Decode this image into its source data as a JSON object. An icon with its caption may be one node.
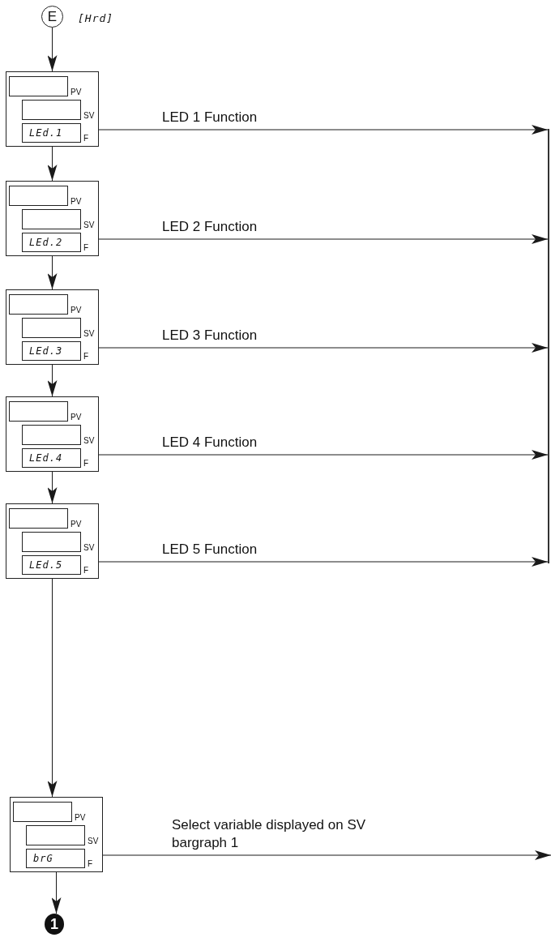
{
  "diagram": {
    "nodes": [
      {
        "text": [
          "E"
        ],
        "beside": [
          "[Hrd]"
        ]
      },
      {
        "text": [
          "PV",
          "SV",
          "F"
        ]
      },
      {
        "text": [],
        "shape": "box",
        "in": 1
      },
      {
        "text": [],
        "shape": "box",
        "in": 1
      },
      {
        "text": [
          "LEd.1"
        ],
        "in": 1
      },
      {
        "text": [
          "PV",
          "SV",
          "F"
        ]
      },
      {
        "text": [],
        "shape": "box",
        "in": 5
      },
      {
        "text": [],
        "shape": "box",
        "in": 5
      },
      {
        "text": [
          "LEd.2"
        ],
        "in": 5
      },
      {
        "text": [
          "PV",
          "SV",
          "F"
        ]
      },
      {
        "text": [],
        "shape": "box",
        "in": 9
      },
      {
        "text": [],
        "shape": "box",
        "in": 9
      },
      {
        "text": [
          "LEd.3"
        ],
        "in": 9
      },
      {
        "text": [
          "PV",
          "SV",
          "F"
        ]
      },
      {
        "text": [],
        "shape": "box",
        "in": 13
      },
      {
        "text": [],
        "shape": "box",
        "in": 13
      },
      {
        "text": [
          "LEd.4"
        ],
        "in": 13
      },
      {
        "text": [
          "PV",
          "SV",
          "F"
        ]
      },
      {
        "text": [],
        "shape": "box",
        "in": 17
      },
      {
        "text": [],
        "shape": "box",
        "in": 17
      },
      {
        "text": [
          "LEd.5"
        ],
        "in": 17
      },
      {
        "text": [
          "PV",
          "SV",
          "F"
        ]
      },
      {
        "text": [],
        "shape": "box",
        "in": 21
      },
      {
        "text": [],
        "shape": "box",
        "in": 21
      },
      {
        "text": [
          "brG"
        ],
        "in": 21
      },
      {
        "text": [],
        "shape": "bar"
      },
      {
        "text": [
          "1"
        ]
      }
    ],
    "edges": [
      {
        "from": 0,
        "to": 1,
        "arrow": "to"
      },
      {
        "from": 1,
        "to": 5,
        "arrow": "to"
      },
      {
        "from": 5,
        "to": 9,
        "arrow": "to"
      },
      {
        "from": 9,
        "to": 13,
        "arrow": "to"
      },
      {
        "from": 13,
        "to": 17,
        "arrow": "to"
      },
      {
        "from": 17,
        "to": 21,
        "arrow": "to"
      },
      {
        "from": 21,
        "to": 26,
        "arrow": "to"
      },
      {
        "from": 1,
        "to": 25,
        "arrow": "to",
        "label": "LED 1 Function"
      },
      {
        "from": 5,
        "to": 25,
        "arrow": "to",
        "label": "LED 2 Function"
      },
      {
        "from": 9,
        "to": 25,
        "arrow": "to",
        "label": "LED 3 Function"
      },
      {
        "from": 13,
        "to": 25,
        "arrow": "to",
        "label": "LED 4 Function"
      },
      {
        "from": 17,
        "to": 25,
        "arrow": "to",
        "label": "LED 5 Function"
      },
      {
        "from": 21,
        "to": null,
        "arrow": "to",
        "label": "Select variable displayed on SV bargraph 1"
      }
    ]
  }
}
